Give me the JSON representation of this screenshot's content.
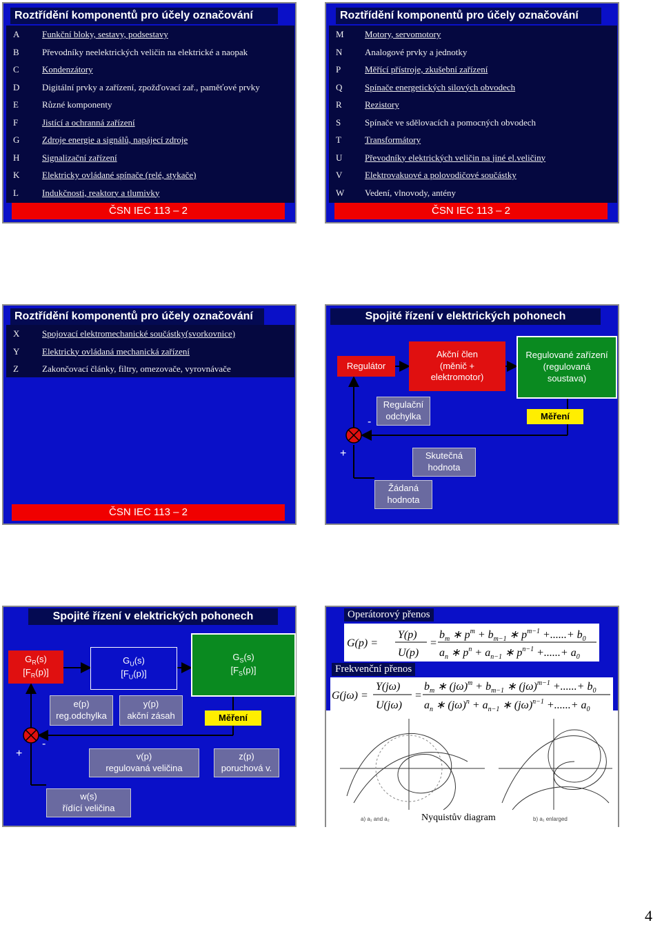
{
  "slide1": {
    "title": "Roztřídění komponentů pro účely označování",
    "items": [
      {
        "letter": "A",
        "text": "Funkční bloky, sestavy, podsestavy"
      },
      {
        "letter": "B",
        "text": "Převodníky neelektrických veličin na elektrické a naopak"
      },
      {
        "letter": "C",
        "text": "Kondenzátory"
      },
      {
        "letter": "D",
        "text": "Digitální prvky a zařízení, zpožďovací zař., paměťové prvky"
      },
      {
        "letter": "E",
        "text": "Různé komponenty"
      },
      {
        "letter": "F",
        "text": "Jistící a ochranná zařízení"
      },
      {
        "letter": "G",
        "text": "Zdroje energie a signálů, napájecí zdroje"
      },
      {
        "letter": "H",
        "text": "Signalizační zařízení"
      },
      {
        "letter": "K",
        "text": "Elektricky ovládané spínače (relé, stykače)"
      },
      {
        "letter": "L",
        "text": "Indukčnosti, reaktory a tlumivky"
      }
    ],
    "norm": "ČSN IEC 113 – 2"
  },
  "slide2": {
    "title": "Roztřídění komponentů pro účely označování",
    "items": [
      {
        "letter": "M",
        "text": "Motory, servomotory"
      },
      {
        "letter": "N",
        "text": "Analogové prvky a jednotky"
      },
      {
        "letter": "P",
        "text": "Měřící přístroje, zkušební zařízení"
      },
      {
        "letter": "Q",
        "text": "Spínače energetických silových obvodech"
      },
      {
        "letter": "R",
        "text": "Rezistory"
      },
      {
        "letter": "S",
        "text": "Spínače ve sdělovacích a pomocných obvodech"
      },
      {
        "letter": "T",
        "text": "Transformátory"
      },
      {
        "letter": "U",
        "text": "Převodníky elektrických veličin na jiné el.veličiny"
      },
      {
        "letter": "V",
        "text": "Elektrovakuové a polovodičové součástky"
      },
      {
        "letter": "W",
        "text": "Vedení, vlnovody, antény"
      }
    ],
    "norm": "ČSN IEC 113 – 2"
  },
  "slide3": {
    "title": "Roztřídění komponentů pro účely označování",
    "items": [
      {
        "letter": "X",
        "text": "Spojovací elektromechanické součástky(svorkovnice)"
      },
      {
        "letter": "Y",
        "text": "Elektricky ovládaná mechanická zařízení"
      },
      {
        "letter": "Z",
        "text": "Zakončovací články, filtry, omezovače, vyrovnávače"
      }
    ],
    "norm": "ČSN IEC 113 – 2"
  },
  "slide4": {
    "title": "Spojité řízení v elektrických pohonech",
    "regulator": "Regulátor",
    "akcni_l1": "Akční člen",
    "akcni_l2": "(měnič +",
    "akcni_l3": "elektromotor)",
    "zarizeni_l1": "Regulované zařízení",
    "zarizeni_l2": "(regulovaná",
    "zarizeni_l3": "soustava)",
    "odchylka_l1": "Regulační",
    "odchylka_l2": "odchylka",
    "mereni": "Měření",
    "plus": "+",
    "minus": "-",
    "skutecna_l1": "Skutečná",
    "skutecna_l2": "hodnota",
    "zadana_l1": "Žádaná",
    "zadana_l2": "hodnota"
  },
  "slide5": {
    "title": "Spojité řízení v elektrických pohonech",
    "gr_l1": "G_R(s)",
    "gr_l2": "[F_R(p)]",
    "gu_l1": "G_U(s)",
    "gu_l2": "[F_U(p)]",
    "gs_l1": "G_S(s)",
    "gs_l2": "[F_S(p)]",
    "e_l1": "e(p)",
    "e_l2": "reg.odchylka",
    "y_l1": "y(p)",
    "y_l2": "akční zásah",
    "mereni": "Měření",
    "v_l1": "v(p)",
    "v_l2": "regulovaná veličina",
    "z_l1": "z(p)",
    "z_l2": "poruchová v.",
    "w_l1": "w(s)",
    "w_l2": "řídící veličina",
    "plus": "+",
    "minus": "-"
  },
  "slide6": {
    "operator_title": "Operátorový přenos",
    "frequency_title": "Frekvenční přenos",
    "caption": "Nyquistův diagram",
    "small_label_left": "a) a₁ and a₂",
    "small_label_right": "b) a₁ enlarged"
  },
  "page_number": "4"
}
